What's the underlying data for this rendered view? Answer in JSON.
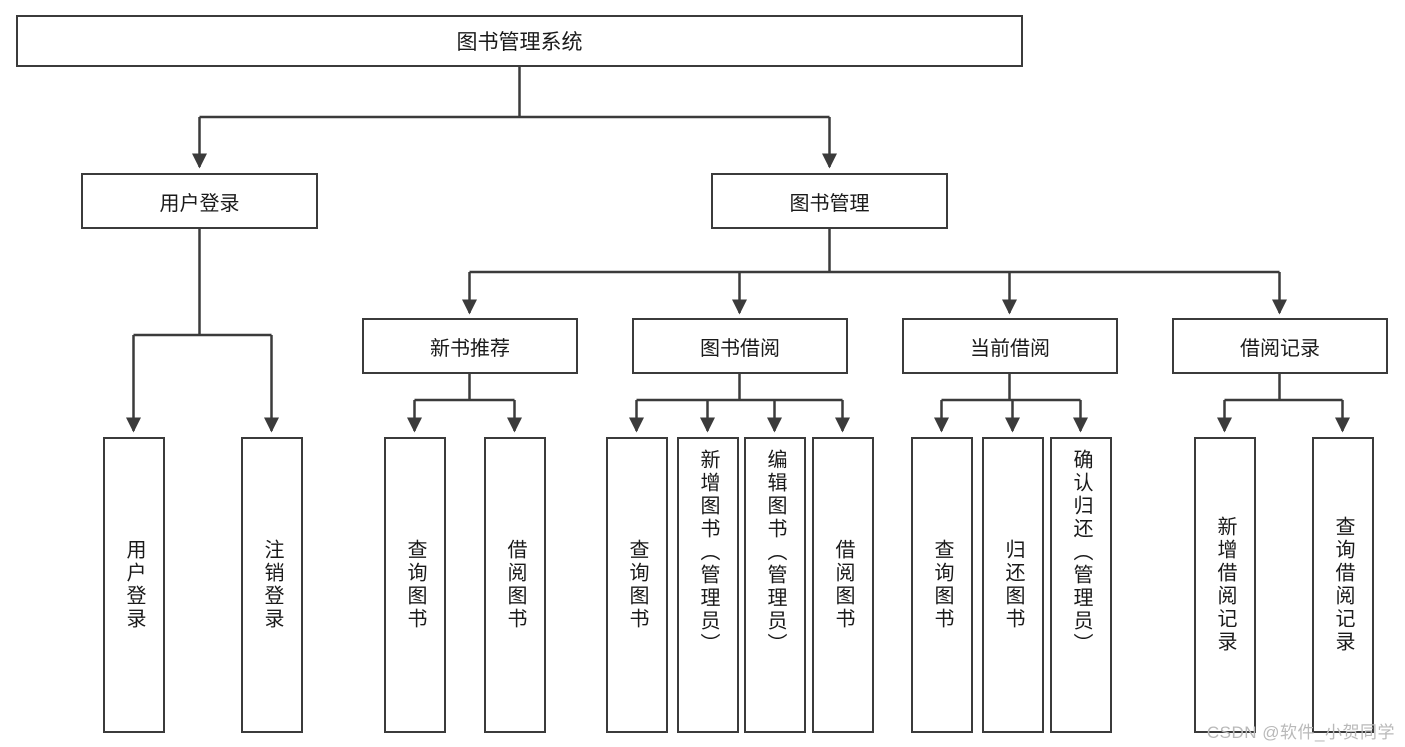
{
  "diagram": {
    "title": "图书管理系统",
    "type": "tree",
    "colors": {
      "box_border": "#3b3b3b",
      "box_fill": "#ffffff",
      "connector": "#3b3b3b",
      "text": "#1a1a1a",
      "watermark": "#b9b9b9"
    },
    "root": {
      "label": "图书管理系统"
    },
    "level1": [
      {
        "label": "用户登录"
      },
      {
        "label": "图书管理"
      }
    ],
    "level2": [
      {
        "label": "新书推荐"
      },
      {
        "label": "图书借阅"
      },
      {
        "label": "当前借阅"
      },
      {
        "label": "借阅记录"
      }
    ],
    "leaves": {
      "user_login": [
        {
          "label": "用户登录"
        },
        {
          "label": "注销登录"
        }
      ],
      "new_book_recommend": [
        {
          "label": "查询图书"
        },
        {
          "label": "借阅图书"
        }
      ],
      "book_borrow": [
        {
          "label": "查询图书"
        },
        {
          "label": "新增图书（管理员）"
        },
        {
          "label": "编辑图书（管理员）"
        },
        {
          "label": "借阅图书"
        }
      ],
      "current_borrow": [
        {
          "label": "查询图书"
        },
        {
          "label": "归还图书"
        },
        {
          "label": "确认归还（管理员）"
        }
      ],
      "borrow_record": [
        {
          "label": "新增借阅记录"
        },
        {
          "label": "查询借阅记录"
        }
      ]
    }
  },
  "watermark": {
    "text": "CSDN @软件_小贺同学"
  }
}
